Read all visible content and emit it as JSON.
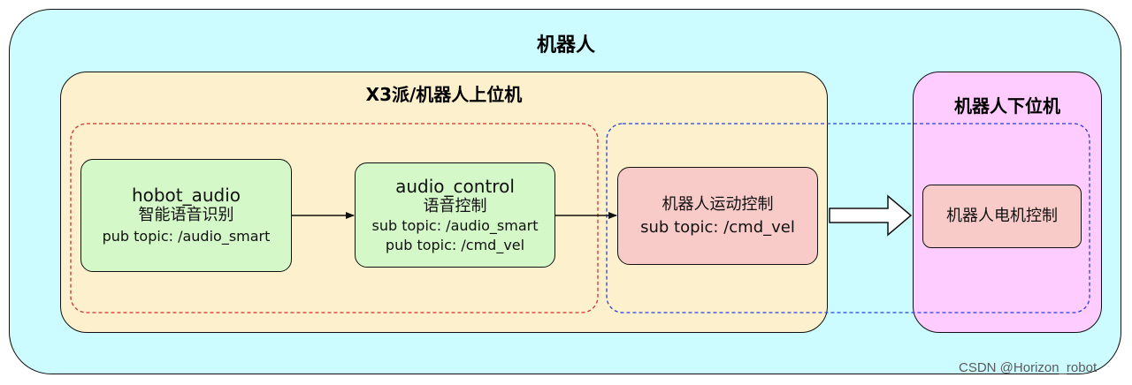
{
  "outer": {
    "title": "机器人"
  },
  "upper": {
    "title": "X3派/机器人上位机"
  },
  "lower": {
    "title": "机器人下位机"
  },
  "nodes": {
    "hobot_audio": {
      "name": "hobot_audio",
      "desc": "智能语音识别",
      "topic": "pub topic: /audio_smart"
    },
    "audio_control": {
      "name": "audio_control",
      "desc": "语音控制",
      "topic1": "sub topic: /audio_smart",
      "topic2": "pub topic: /cmd_vel"
    },
    "motion": {
      "desc": "机器人运动控制",
      "topic": "sub topic: /cmd_vel"
    },
    "motor": {
      "desc": "机器人电机控制"
    }
  },
  "watermark": "CSDN @Horizon_robot",
  "colors": {
    "outer": "#ccfcff",
    "upper": "#fdf0cc",
    "lower": "#ffccff",
    "green_node": "#d5f8c8",
    "red_node": "#f8cbc8",
    "red_dashed": "#d03030",
    "blue_dashed": "#2b3fd8"
  }
}
